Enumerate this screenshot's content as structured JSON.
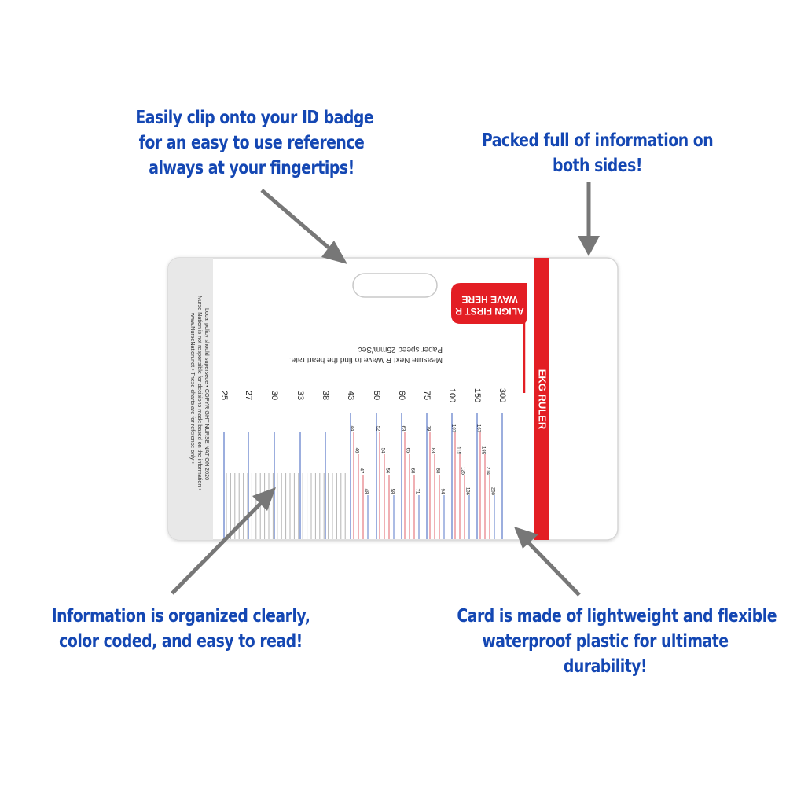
{
  "callouts": {
    "top": [
      "Easily clip onto your ID badge",
      "for an easy to use reference",
      "always at your fingertips!"
    ],
    "right": [
      "Packed full of information on",
      "both sides!"
    ],
    "bottom_left": [
      "Information is organized clearly,",
      "color coded, and easy to read!"
    ],
    "bottom_right": [
      "Card is made of lightweight and flexible",
      "waterproof plastic for ultimate",
      "durability!"
    ]
  },
  "card": {
    "title": "EKG RULER",
    "align_label": [
      "ALIGN FIRST R",
      "WAVE HERE"
    ],
    "instructions": [
      "Paper speed 25mm/Sec",
      "Measure Next R Wave to find the heart rate."
    ],
    "disclaimer": [
      "www.NurseNation.net • These charts are for reference only •",
      "Nurse Nation is not responsible for decisions made based on the information •",
      "Local policy should supersede • COPYRIGHT NURSE NATION 2020"
    ],
    "scale_labels": [
      "25",
      "27",
      "30",
      "33",
      "38",
      "43",
      "50",
      "60",
      "75",
      "100",
      "150",
      "300"
    ],
    "sub_labels": [
      [
        "44",
        "46",
        "47",
        "48"
      ],
      [
        "52",
        "54",
        "56",
        "58"
      ],
      [
        "63",
        "65",
        "68",
        "71"
      ],
      [
        "79",
        "83",
        "88",
        "94"
      ],
      [
        "107",
        "115",
        "125",
        "136"
      ],
      [
        "167",
        "188",
        "214",
        "250"
      ]
    ]
  },
  "colors": {
    "callout_text": "#1447b3",
    "arrow": "#777777",
    "ruler_red": "#e31e24",
    "tick_blue": "#5a78c8",
    "tick_red": "#e0606a",
    "tick_gray": "#b4b4b4",
    "side_panel": "#e8e8e8"
  }
}
